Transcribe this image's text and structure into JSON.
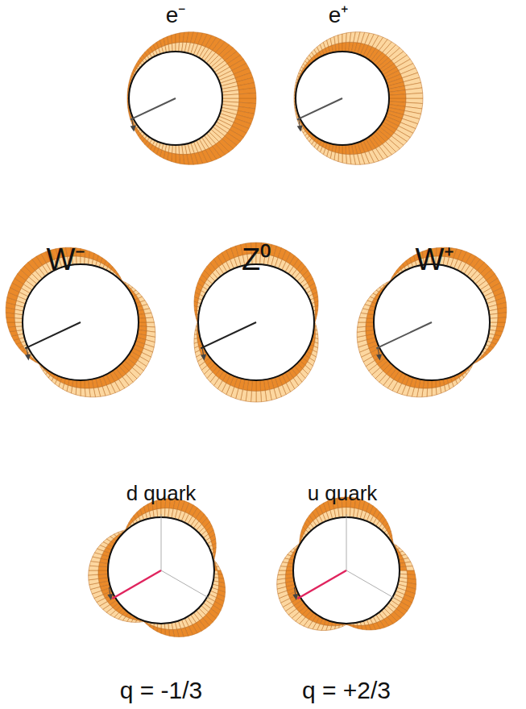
{
  "diagram": {
    "labels": [
      "e⁻",
      "e⁺",
      "W⁻",
      "Z⁰",
      "W⁺",
      "d quark",
      "u quark",
      "q = -1/3",
      "q = +2/3"
    ]
  }
}
